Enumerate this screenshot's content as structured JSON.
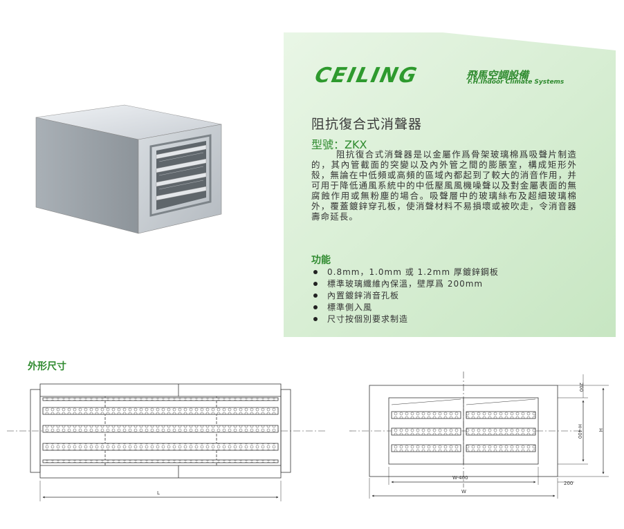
{
  "logo": {
    "wordmark": "CEILING",
    "chinese": "飛馬空調設備",
    "english": "F.H.Indoor Climate Systems"
  },
  "product": {
    "title": "阻抗復合式消聲器",
    "model": "型號：ZKX",
    "description": "阻抗復合式消聲器是以金屬作爲骨架玻璃棉爲吸聲片制造的，其內管截面的突變以及內外管之間的膨脹室，構成矩形外殼，無論在中低頻或高頻的區域內都起到了較大的消音作用，并可用于降低通風系統中的中低壓風風機噪聲以及對金屬表面的無腐蝕作用或無粉塵的場合。吸聲層中的玻璃絲布及超細玻璃棉外，覆蓋鍍鋅穿孔板，使消聲材料不易損壞或被吹走，令消音器壽命延長。"
  },
  "functions": {
    "title": "功能",
    "items": [
      "0.8mm，1.0mm 或 1.2mm 厚鍍鋅鋼板",
      "標準玻璃纖維內保溫，壁厚爲 200mm",
      "內置鍍鋅消音孔板",
      "標準側入風",
      "尺寸按個別要求制造"
    ]
  },
  "dimensions": {
    "title": "外形尺寸",
    "labels": {
      "length": "L",
      "width_inner": "W-400",
      "width": "W",
      "side": "200",
      "top": "200",
      "height_inner": "H-400",
      "height": "H"
    }
  },
  "colors": {
    "brand_green": "#2e8a2e",
    "panel_green": "#d9efd6"
  }
}
